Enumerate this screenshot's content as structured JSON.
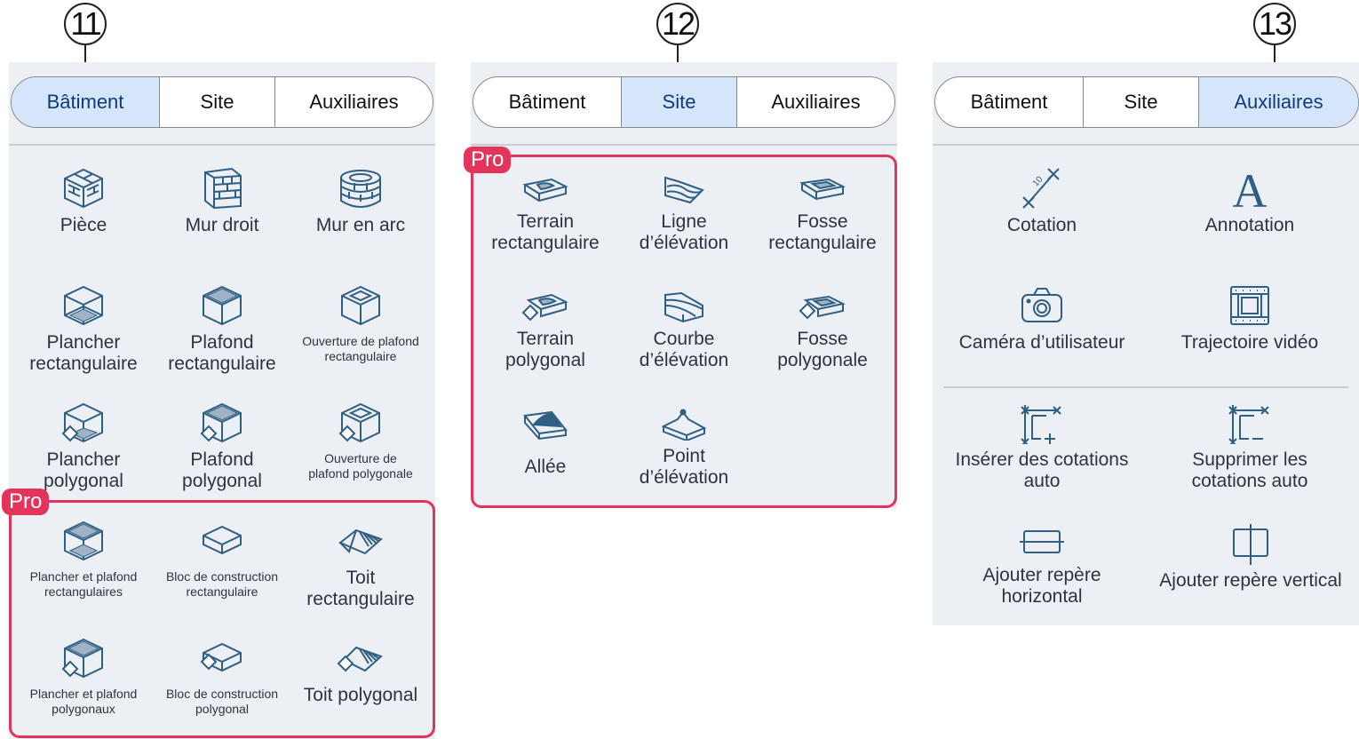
{
  "callouts": {
    "c11": "11",
    "c12": "12",
    "c13": "13"
  },
  "tabs": {
    "batiment": "Bâtiment",
    "site": "Site",
    "auxiliaires": "Auxiliaires"
  },
  "pro": "Pro",
  "panel1": {
    "items": [
      "Pièce",
      "Mur droit",
      "Mur en arc",
      "Plancher\nrectangulaire",
      "Plafond\nrectangulaire",
      "Ouverture de plafond\nrectangulaire",
      "Plancher\npolygonal",
      "Plafond\npolygonal",
      "Ouverture de\nplafond polygonale",
      "Plancher et plafond\nrectangulaires",
      "Bloc de construction\nrectangulaire",
      "Toit\nrectangulaire",
      "Plancher et plafond\npolygonaux",
      "Bloc de construction\npolygonal",
      "Toit polygonal"
    ]
  },
  "panel2": {
    "items": [
      "Terrain\nrectangulaire",
      "Ligne\nd’élévation",
      "Fosse\nrectangulaire",
      "Terrain\npolygonal",
      "Courbe\nd’élévation",
      "Fosse\npolygonale",
      "Allée",
      "Point\nd’élévation"
    ]
  },
  "panel3": {
    "items": [
      "Cotation",
      "Annotation",
      "Caméra d’utilisateur",
      "Trajectoire vidéo",
      "Insérer des cotations\nauto",
      "Supprimer les\ncotations auto",
      "Ajouter repère\nhorizontal",
      "Ajouter repère vertical"
    ],
    "annotation_glyph": "A",
    "dim_glyph": "10"
  },
  "colors": {
    "accent": "#e3345b",
    "active_tab": "#d5e6fb",
    "panel_bg": "#eceff3",
    "icon": "#2f5f82"
  }
}
